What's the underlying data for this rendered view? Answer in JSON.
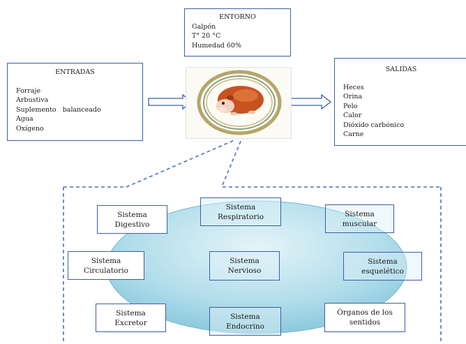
{
  "entorno": {
    "title": "ENTORNO",
    "lines": [
      "Galpón",
      "T° 20 °C",
      "Humedad 60%"
    ]
  },
  "entradas": {
    "title": "ENTRADAS",
    "lines": [
      "Forraje",
      "Arbustiva",
      "Suplemento   balanceado",
      "Agua",
      "Oxígeno"
    ]
  },
  "salidas": {
    "title": "SALIDAS",
    "lines": [
      "Heces",
      "Orina",
      "Pelo",
      "Calor",
      "Dióxido carbónico",
      "Carne"
    ]
  },
  "center_image": {
    "icon": "guinea-pig-icon"
  },
  "systems": [
    {
      "lines": [
        "Sistema",
        "Digestivo"
      ]
    },
    {
      "lines": [
        "Sistema",
        "Respiratorio"
      ]
    },
    {
      "lines": [
        "Sistema",
        "muscular"
      ]
    },
    {
      "lines": [
        "Sistema",
        "Circulatorio"
      ]
    },
    {
      "lines": [
        "Sistema",
        "Nervioso"
      ]
    },
    {
      "lines": [
        "Sistema",
        "esquelético"
      ]
    },
    {
      "lines": [
        "Sistema",
        "Excretor"
      ]
    },
    {
      "lines": [
        "Sistema",
        "Endocrino"
      ]
    },
    {
      "lines": [
        "Órganos de los",
        "sentidos"
      ]
    }
  ],
  "colors": {
    "box_border": "#3a5fa8",
    "ellipse_fill": "#8fd0e2",
    "dash": "#4a72b4"
  }
}
